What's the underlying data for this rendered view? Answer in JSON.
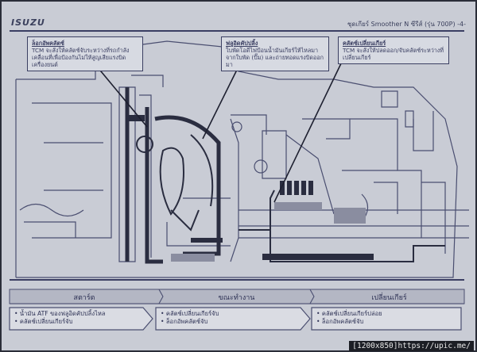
{
  "header": {
    "logo": "ISUZU",
    "title": "ชุดเกียร์ Smoother N ซีรีส์ (รุ่น 700P) -4-"
  },
  "callouts": {
    "lockup": {
      "title": "ล็อกอัพคลัตช์",
      "text": "TCM จะสั่งให้คลัตช์จับระหว่างที่รถกำลังเคลื่อนที่เพื่อป้องกันไม่ให้สูญเสียแรงบิดเครื่องยนต์"
    },
    "fluid_coupling": {
      "title": "ฟลูอิดคัปปลิ้ง",
      "text": "ใบพัดโอดีไฟป้อนน้ำมันเกียร์ให้ไหลมาจากใบพัด (ปั๊ม) และถ่ายทอดแรงบิดออกมา"
    },
    "shift_clutch": {
      "title": "คลัตช์เปลี่ยนเกียร์",
      "text": "TCM จะสั่งให้ปลดออก/จับคลัตช์ระหว่างที่เปลี่ยนเกียร์"
    }
  },
  "phases": [
    "สตาร์ต",
    "ขณะทำงาน",
    "เปลี่ยนเกียร์"
  ],
  "descriptions": [
    [
      "• น้ำมัน ATF ของฟลูอิดคัปปลิ้งไหล",
      "• คลัตช์เปลี่ยนเกียร์จับ"
    ],
    [
      "• คลัตช์เปลี่ยนเกียร์จับ",
      "• ล็อกอัพคลัตช์จับ"
    ],
    [
      "• คลัตช์เปลี่ยนเกียร์ปล่อย",
      "• ล็อกอัพคลัตช์จับ"
    ]
  ],
  "watermark": "[1200x850]https://upic.me/",
  "colors": {
    "ink": "#3b3f62",
    "page": "#c9ccd5",
    "pointer": "#1e2030"
  }
}
